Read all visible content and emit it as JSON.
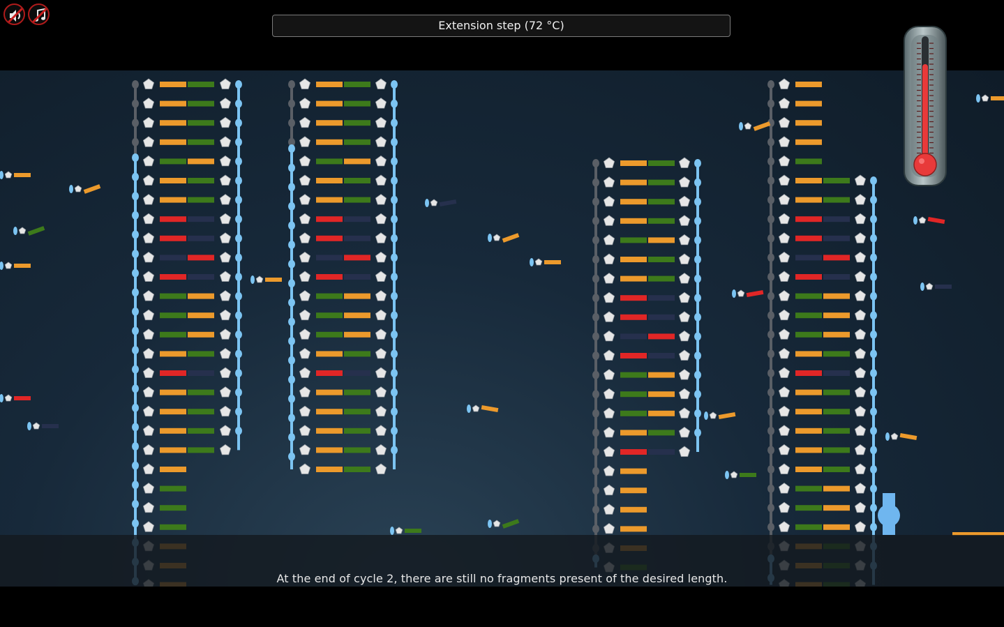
{
  "header": {
    "step_title": "Extension step (72 °C)"
  },
  "caption": {
    "text": "At the end of cycle 2, there are still no fragments present of the desired length."
  },
  "toolbar": {
    "sound_icon": "speaker-muted-icon",
    "music_icon": "music-note-muted-icon"
  },
  "thermometer": {
    "level": 0.8,
    "fill_color": "#e83a3a"
  },
  "colors": {
    "orange": "#ec9a2c",
    "green": "#3d7a1b",
    "red": "#e12626",
    "navy": "#26304d",
    "strand_blue": "#7cc4f2",
    "strand_gray": "#5a5f66",
    "sugar": "#e6e6e6"
  }
}
